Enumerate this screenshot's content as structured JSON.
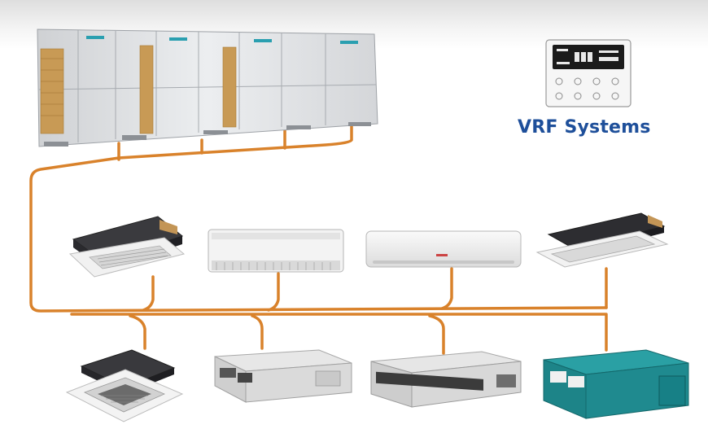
{
  "title": "VRF Systems",
  "colors": {
    "pipe": "#d9822b",
    "title": "#1e4f9a",
    "outdoor_body": "#e2e3e5",
    "louver": "#c89a55",
    "teal_duct": "#1f8a8f"
  },
  "icons": {
    "outdoor_units": "vrf-outdoor-condenser-bank",
    "controller": "wired-controller-panel",
    "indoor_row_1": [
      "ceiling-cassette-4way",
      "floor-ceiling-console",
      "wall-split",
      "cassette-1way"
    ],
    "indoor_row_2": [
      "ceiling-cassette-4way",
      "ducted-unit",
      "slim-ducted-unit",
      "high-static-ducted-unit"
    ]
  }
}
